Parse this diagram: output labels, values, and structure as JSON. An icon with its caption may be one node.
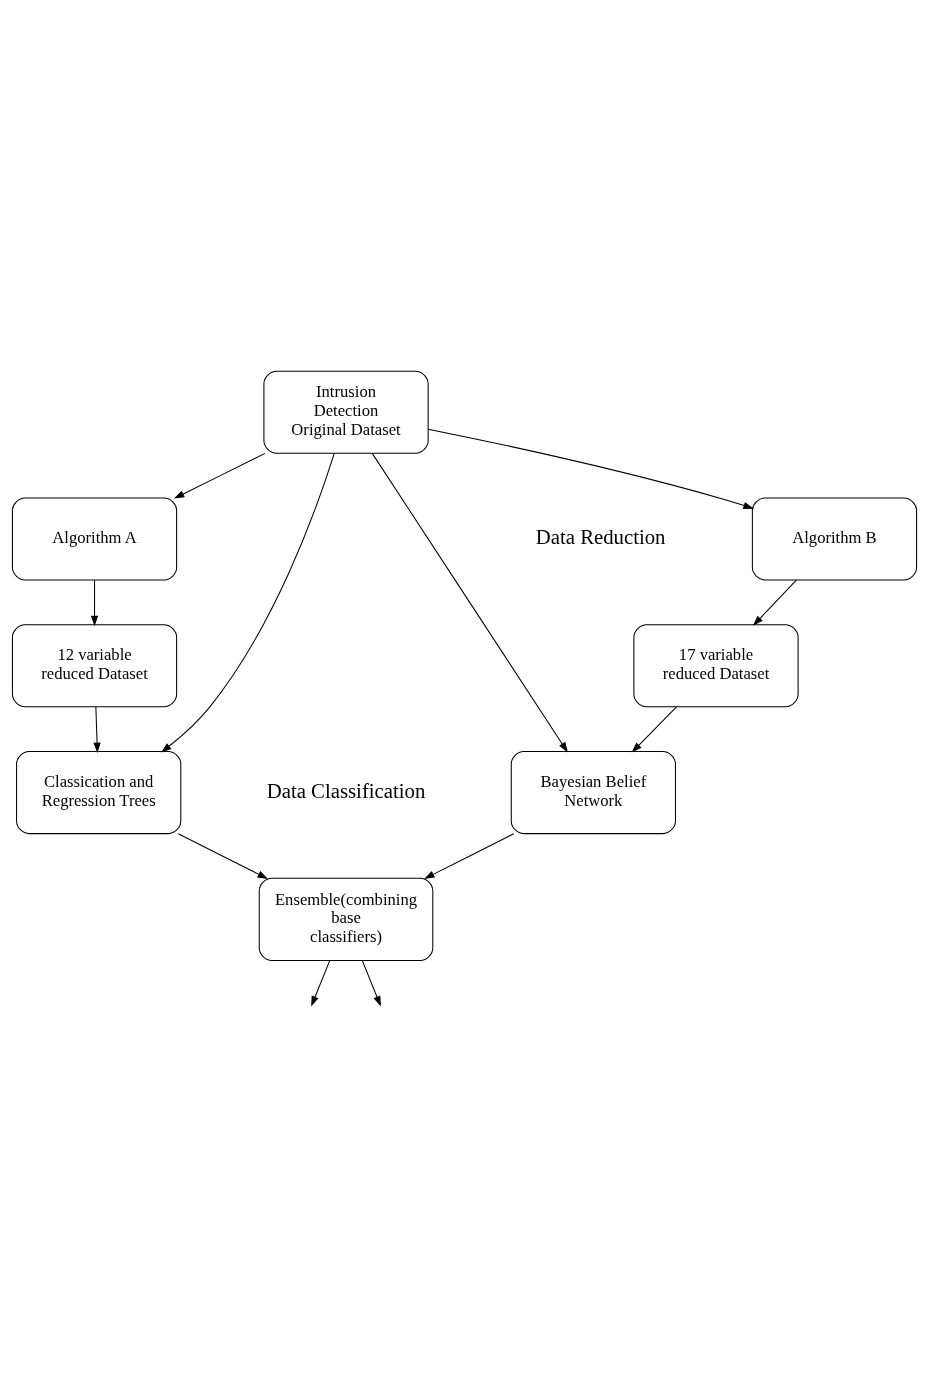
{
  "diagram": {
    "nodes": [
      {
        "text": [
          "Intrusion Detection Original Dataset"
        ]
      },
      {
        "text": [
          "Algorithm A"
        ]
      },
      {
        "text": [
          "Algorithm B"
        ]
      },
      {
        "text": [
          "12 variable reduced Dataset"
        ]
      },
      {
        "text": [
          "17 variable reduced Dataset"
        ]
      },
      {
        "text": [
          "Classication and Regression Trees"
        ]
      },
      {
        "text": [
          "Bayesian Belief Network"
        ]
      },
      {
        "text": [
          "Ensemble(combining base classifiers)"
        ]
      }
    ],
    "edges": [
      {
        "from": 0,
        "to": 1,
        "arrow": "to"
      },
      {
        "from": 0,
        "to": 2,
        "arrow": "to"
      },
      {
        "from": 0,
        "to": 5,
        "arrow": "to"
      },
      {
        "from": 0,
        "to": 6,
        "arrow": "to"
      },
      {
        "from": 1,
        "to": 3,
        "arrow": "to"
      },
      {
        "from": 2,
        "to": 4,
        "arrow": "to"
      },
      {
        "from": 3,
        "to": 5,
        "arrow": "to"
      },
      {
        "from": 4,
        "to": 6,
        "arrow": "to"
      },
      {
        "from": 5,
        "to": 7,
        "arrow": "to"
      },
      {
        "from": 6,
        "to": 7,
        "arrow": "to"
      },
      {
        "from": 7,
        "to": null,
        "arrow": "to"
      },
      {
        "from": 7,
        "to": null,
        "arrow": "to"
      }
    ],
    "labels": [
      "Data Reduction",
      "Data Classification"
    ]
  }
}
